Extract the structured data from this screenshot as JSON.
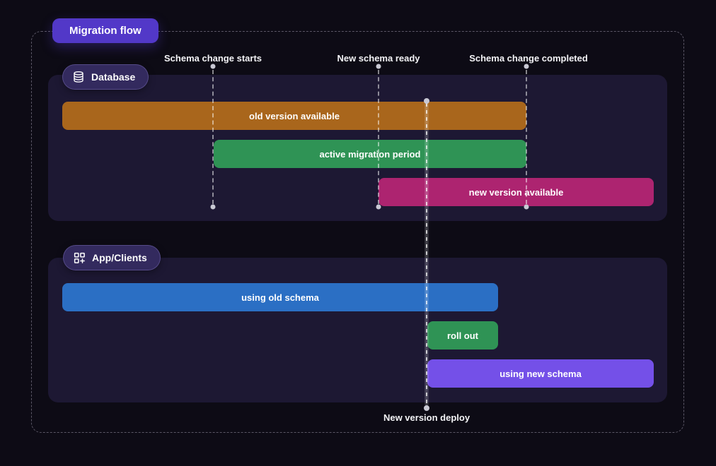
{
  "title_badge": "Migration flow",
  "milestones": [
    {
      "label": "Schema change starts"
    },
    {
      "label": "New schema ready"
    },
    {
      "label": "Schema change completed"
    }
  ],
  "deploy_marker": {
    "label": "New version deploy"
  },
  "lanes": [
    {
      "label": "Database",
      "icon": "database-icon",
      "bars": [
        {
          "label": "old version available",
          "color": "#a9661c"
        },
        {
          "label": "active migration period",
          "color": "#2f9355"
        },
        {
          "label": "new version available",
          "color": "#ad2470"
        }
      ]
    },
    {
      "label": "App/Clients",
      "icon": "apps-plus-icon",
      "bars": [
        {
          "label": "using old schema",
          "color": "#2b6fc4"
        },
        {
          "label": "roll out",
          "color": "#2f9355"
        },
        {
          "label": "using new schema",
          "color": "#7450e8"
        }
      ]
    }
  ],
  "colors": {
    "background": "#0d0b15",
    "panel": "#1d1833",
    "title_badge": "#5238c8",
    "lane_badge": "#332a5e",
    "dashed_border": "#5b5766",
    "text": "#f3f3f6"
  }
}
